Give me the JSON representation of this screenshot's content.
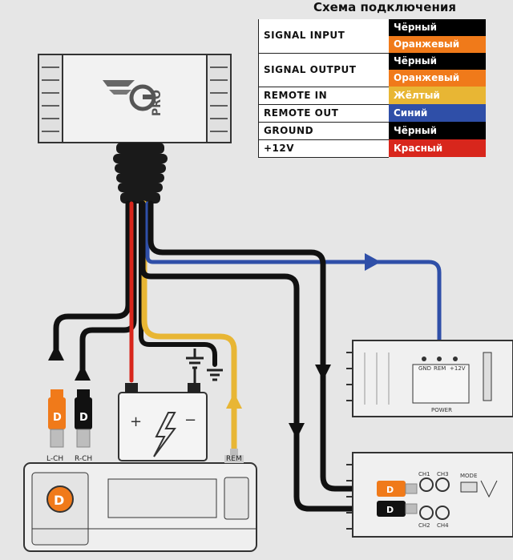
{
  "legend": {
    "title": "Схема подключения",
    "rows": [
      {
        "name": "SIGNAL INPUT",
        "colors": [
          {
            "label": "Чёрный",
            "hex": "#000000"
          },
          {
            "label": "Оранжевый",
            "hex": "#f07a1a"
          }
        ]
      },
      {
        "name": "SIGNAL OUTPUT",
        "colors": [
          {
            "label": "Чёрный",
            "hex": "#000000"
          },
          {
            "label": "Оранжевый",
            "hex": "#f07a1a"
          }
        ]
      },
      {
        "name": "REMOTE IN",
        "colors": [
          {
            "label": "Жёлтый",
            "hex": "#e8b634"
          }
        ]
      },
      {
        "name": "REMOTE OUT",
        "colors": [
          {
            "label": "Синий",
            "hex": "#2f4fa8"
          }
        ]
      },
      {
        "name": "GROUND",
        "colors": [
          {
            "label": "Чёрный",
            "hex": "#000000"
          }
        ]
      },
      {
        "name": "+12V",
        "colors": [
          {
            "label": "Красный",
            "hex": "#d8261c"
          }
        ]
      }
    ]
  },
  "device": {
    "logo_text": "PRO",
    "logo_icon": "wing-g-logo"
  },
  "head_unit": {
    "l_ch": "L-CH",
    "r_ch": "R-CH",
    "rem": "REM",
    "logo_icon": "dl-logo"
  },
  "battery": {
    "plus": "+",
    "minus": "−",
    "icon": "lightning-icon"
  },
  "amp_top": {
    "terminals": [
      "GND",
      "REM",
      "+12V"
    ],
    "power_label": "POWER"
  },
  "amp_bottom": {
    "ch1": "CH1",
    "ch2": "CH2",
    "ch3": "CH3",
    "ch4": "CH4",
    "mode": "MODE"
  },
  "colors": {
    "black": "#111111",
    "orange": "#f07a1a",
    "yellow": "#e8b634",
    "blue": "#2f4fa8",
    "red": "#d8261c"
  }
}
